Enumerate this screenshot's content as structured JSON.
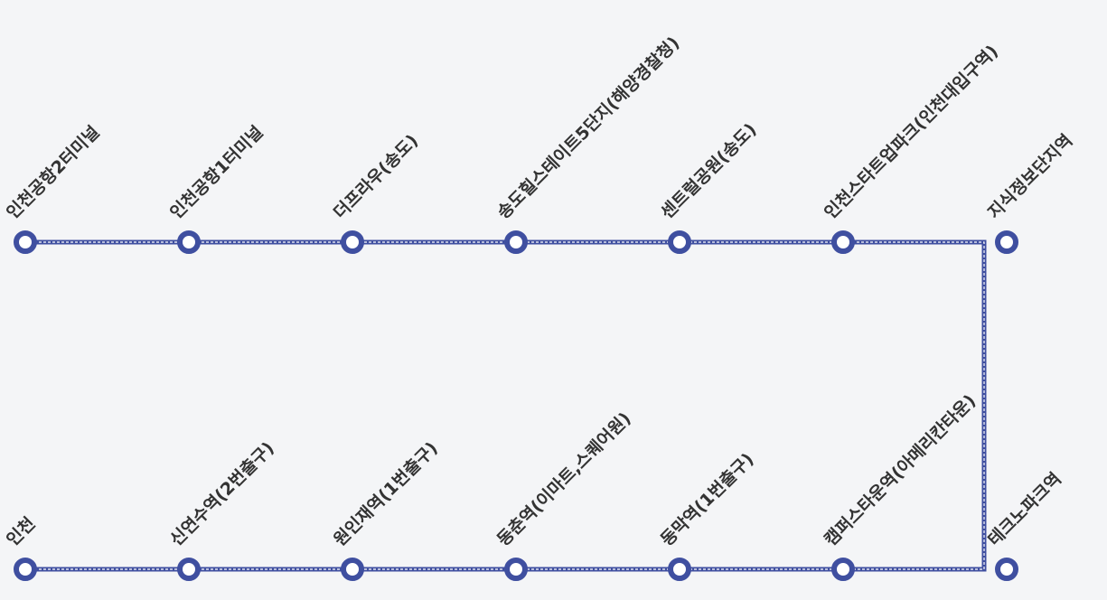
{
  "route": {
    "line_color": "#3f4fa0",
    "stop_fill": "#ffffff",
    "label_color": "#333333",
    "stops_top": [
      "인천공항2터미널",
      "인천공항1터미널",
      "더프라우(송도)",
      "송도힐스테이트5단지(해양경찰청)",
      "센트럴공원(송도)",
      "인천스타트업파크(인천대입구역)",
      "지식정보단지역"
    ],
    "stops_bottom": [
      "인천",
      "신연수역(2번출구)",
      "원인재역(1번출구)",
      "동춘역(이마트,스퀘어원)",
      "동막역(1번출구)",
      "캠퍼스타운역(아메리칸타운)",
      "테크노파크역"
    ]
  }
}
